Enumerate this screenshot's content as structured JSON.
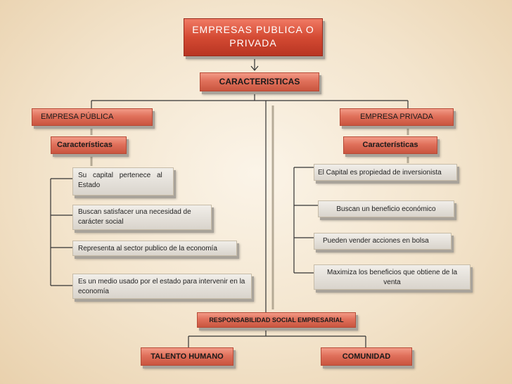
{
  "title": "EMPRESAS PUBLICA O PRIVADA",
  "caracteristicas": "CARACTERISTICAS",
  "publica": {
    "heading": "EMPRESA PÚBLICA",
    "sub": "Características",
    "items": [
      "Su capital pertenece al Estado",
      "Buscan satisfacer una necesidad de carácter social",
      "Representa al sector publico de la economía",
      "Es un medio usado por el estado para intervenir en la economía"
    ]
  },
  "privada": {
    "heading": "EMPRESA PRIVADA",
    "sub": "Características",
    "items": [
      "El Capital es propiedad de inversionista",
      "Buscan un beneficio económico",
      "Pueden vender acciones en bolsa",
      "Maximiza los beneficios que obtiene de la venta"
    ]
  },
  "rse": "RESPONSABILIDAD SOCIAL EMPRESARIAL",
  "talento": "TALENTO HUMANO",
  "comunidad": "COMUNIDAD"
}
